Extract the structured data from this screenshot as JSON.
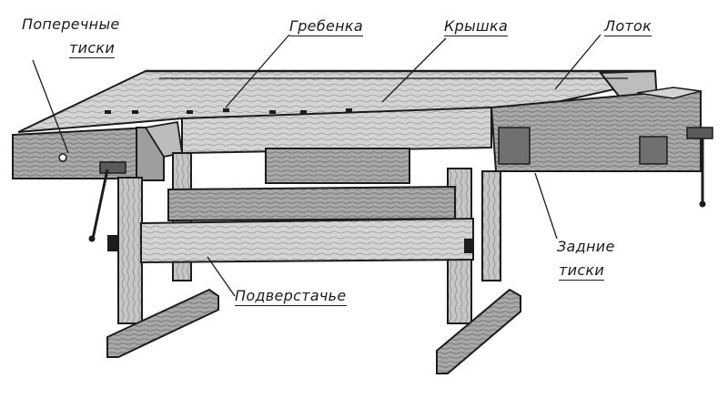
{
  "diagram": {
    "labels": {
      "cross_vise_1": "Поперечные",
      "cross_vise_2": "тиски",
      "comb": "Гребенка",
      "lid": "Крышка",
      "tray": "Лоток",
      "rear_vise_1": "Задние",
      "rear_vise_2": "тиски",
      "underframe": "Подверстачье"
    },
    "colors": {
      "ink": "#1c1c1c",
      "wood_light": "#d8d8d8",
      "wood_mid": "#b4b4b4",
      "wood_dark": "#8c8c8c",
      "paper": "#ffffff"
    }
  }
}
